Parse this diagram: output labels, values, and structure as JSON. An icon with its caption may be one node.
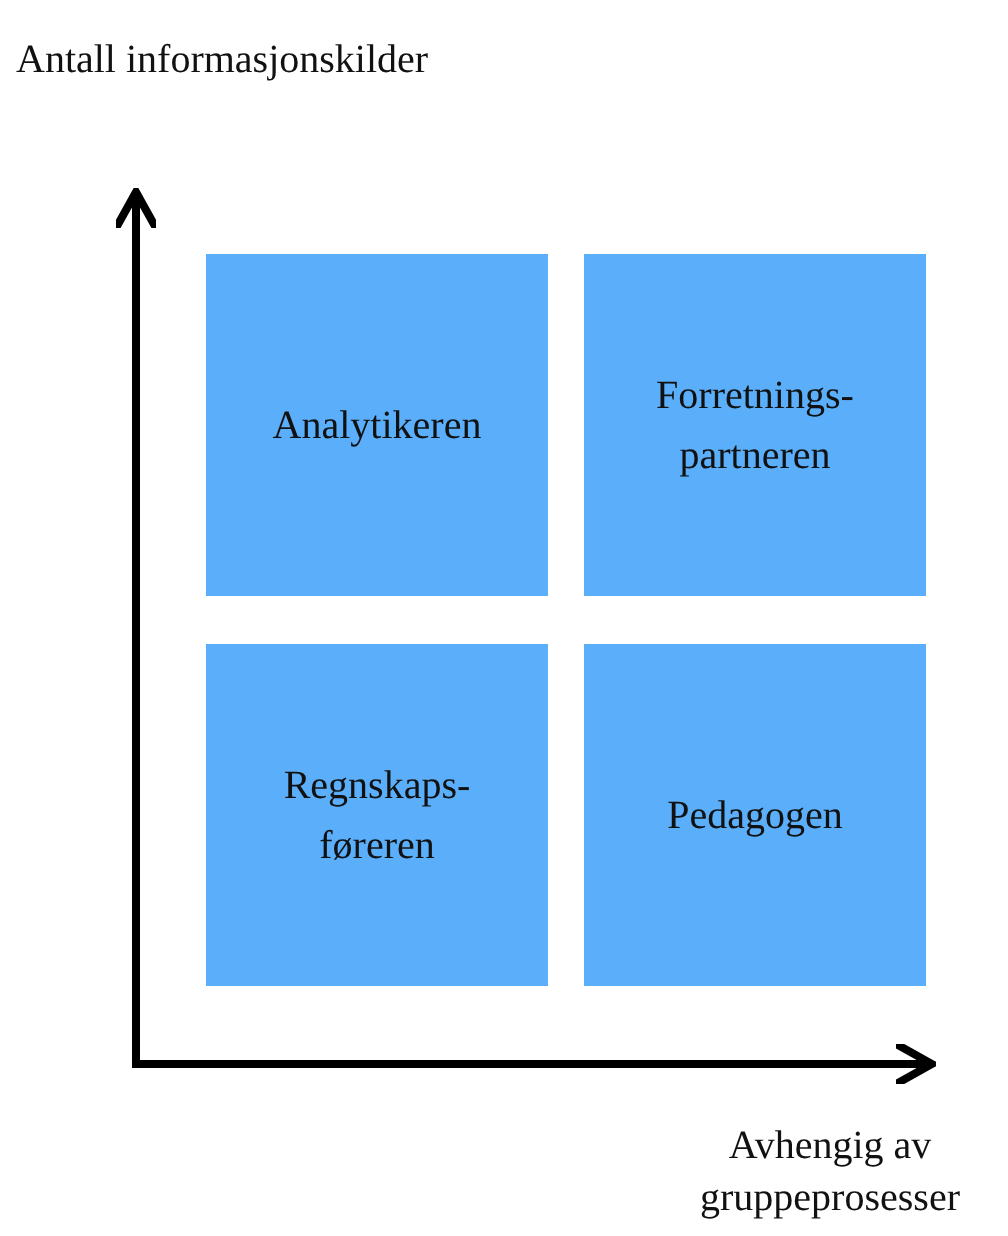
{
  "diagram": {
    "nodes": [
      {
        "text": [
          "Analytikeren"
        ]
      },
      {
        "text": [
          "Forretnings- partneren"
        ]
      },
      {
        "text": [
          "Regnskaps- føreren"
        ]
      },
      {
        "text": [
          "Pedagogen"
        ]
      }
    ],
    "labels": [
      "Antall informasjonskilder",
      "Avhengig av gruppeprosesser"
    ]
  }
}
